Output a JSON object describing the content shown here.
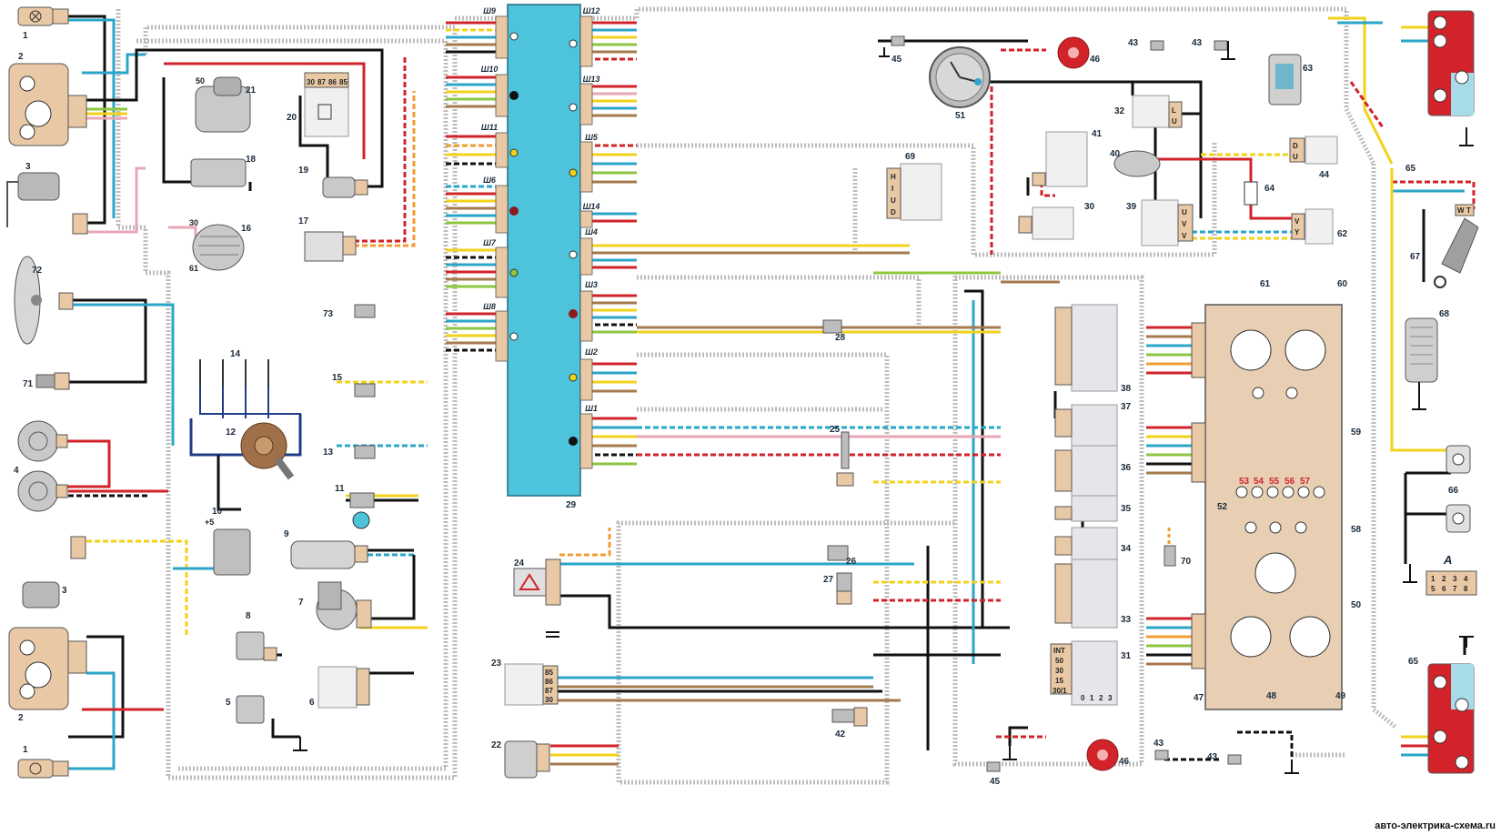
{
  "watermark": "авто-электрика-схема.ru",
  "component_numbers": {
    "c1a": "1",
    "c1b": "1",
    "c2a": "2",
    "c2b": "2",
    "c3a": "3",
    "c3b": "3",
    "c4": "4",
    "c5": "5",
    "c6": "6",
    "c7": "7",
    "c8": "8",
    "c9": "9",
    "c10": "10",
    "c11": "11",
    "c12": "12",
    "c13": "13",
    "c14": "14",
    "c15": "15",
    "c16": "16",
    "c17": "17",
    "c18": "18",
    "c19": "19",
    "c20": "20",
    "c21": "21",
    "c22": "22",
    "c23": "23",
    "c24": "24",
    "c25": "25",
    "c26": "26",
    "c27": "27",
    "c28": "28",
    "c29": "29",
    "c30": "30",
    "c31": "31",
    "c32": "32",
    "c33": "33",
    "c34": "34",
    "c35": "35",
    "c36": "36",
    "c37": "37",
    "c38": "38",
    "c39": "39",
    "c40": "40",
    "c41": "41",
    "c42": "42",
    "c43a": "43",
    "c43b": "43",
    "c43c": "43",
    "c43d": "43",
    "c44": "44",
    "c45a": "45",
    "c45b": "45",
    "c46a": "46",
    "c46b": "46",
    "c47": "47",
    "c48": "48",
    "c49": "49",
    "c50": "50",
    "c51": "51",
    "c52": "52",
    "c53": "53",
    "c54": "54",
    "c55": "55",
    "c56": "56",
    "c57": "57",
    "c58": "58",
    "c59": "59",
    "c60": "60",
    "c61": "61",
    "c62": "62",
    "c63": "63",
    "c64": "64",
    "c65a": "65",
    "c65b": "65",
    "c66": "66",
    "c67": "67",
    "c68": "68",
    "c69": "69",
    "c70": "70",
    "c71": "71",
    "c72": "72",
    "c73": "73"
  },
  "sub_labels": {
    "starter_50": "50",
    "gen_30": "30",
    "gen_61": "61",
    "coil_plus5": "+5",
    "detail_a": "A",
    "relay20_pins": [
      "30",
      "87",
      "86",
      "85"
    ]
  },
  "fuse_block_connectors": {
    "left": [
      "Ш9",
      "Ш10",
      "Ш11",
      "Ш6",
      "Ш7",
      "Ш8"
    ],
    "right": [
      "Ш12",
      "Ш13",
      "Ш5",
      "Ш14",
      "Ш4",
      "Ш3",
      "Ш2",
      "Ш1"
    ]
  },
  "switch31_pins": [
    "INT",
    "50",
    "30",
    "15",
    "30/1"
  ],
  "switch31_positions": [
    "0",
    "1",
    "2",
    "3"
  ],
  "relay23_pins": [
    "85",
    "86",
    "87",
    "30"
  ],
  "letter_pins": {
    "c69": [
      "H",
      "I",
      "U",
      "D"
    ],
    "c32": [
      "L",
      "U"
    ],
    "c44": [
      "D",
      "U"
    ],
    "c39": [
      "U",
      "V",
      "V"
    ],
    "c62": [
      "V",
      "Y"
    ],
    "c67": [
      "W",
      "T"
    ]
  },
  "detail_a_pins": [
    "1",
    "2",
    "3",
    "4",
    "5",
    "6",
    "7",
    "8"
  ],
  "colors": {
    "fuse_block": "#4dc3dc",
    "harness": "#bdbdbd",
    "connector": "#e9c9a5",
    "panel": "#e8cfb4",
    "lamp_red": "#d2232a",
    "wire_black": "#111111",
    "wire_blue": "#2ba5c8",
    "wire_red": "#d2232a",
    "wire_yellow": "#f2d21b",
    "wire_green": "#8dc63f",
    "wire_brown": "#a47a4e",
    "wire_pink": "#e9a6b5",
    "wire_orange": "#f39c32",
    "wire_grey": "#9a9a9a"
  }
}
